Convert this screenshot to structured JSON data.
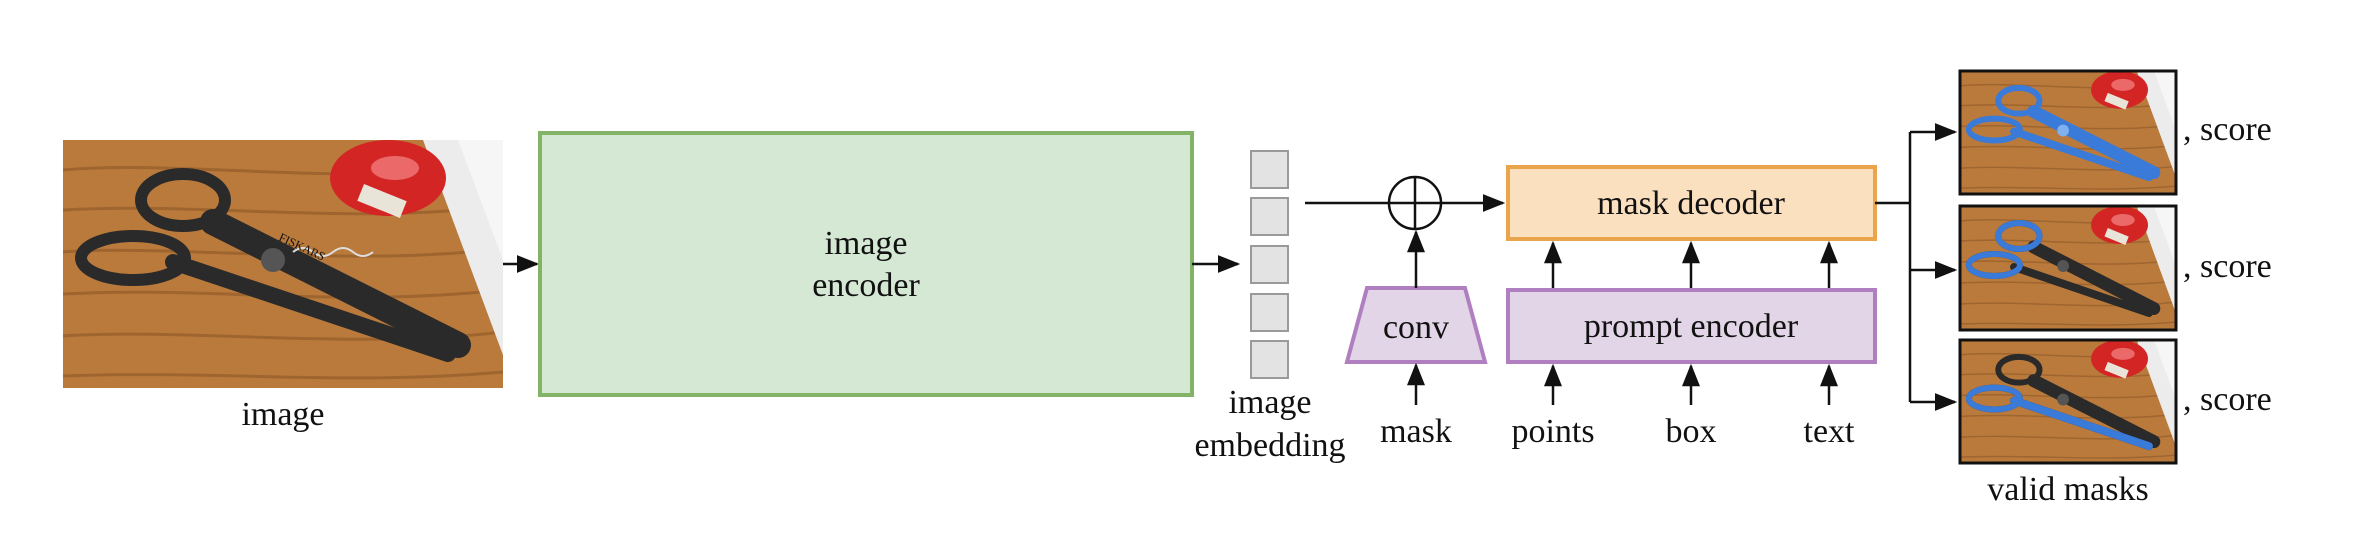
{
  "input": {
    "label": "image"
  },
  "encoder": {
    "label_line1": "image",
    "label_line2": "encoder"
  },
  "embedding": {
    "label_line1": "image",
    "label_line2": "embedding"
  },
  "conv": {
    "label": "conv"
  },
  "mask_input": {
    "label": "mask"
  },
  "decoder": {
    "label": "mask decoder"
  },
  "prompt_encoder": {
    "label": "prompt encoder",
    "inputs": [
      "points",
      "box",
      "text"
    ]
  },
  "outputs": {
    "score_labels": [
      ", score",
      ", score",
      ", score"
    ],
    "caption": "valid masks"
  },
  "colors": {
    "encoder_fill": "#d5e8d4",
    "encoder_stroke": "#82b366",
    "decoder_fill": "#fbe0c0",
    "decoder_stroke": "#eaa44c",
    "prompt_fill": "#e1d5e7",
    "prompt_stroke": "#b07fc0",
    "embedding_fill": "#e3e3e3",
    "mask_blue": "#3a7ad8",
    "scissors_dark": "#2a2a2a",
    "wood": "#b97a3c"
  },
  "icons": {
    "sum_node": "circled-plus-icon",
    "photo": "scissors-on-wood-photo"
  }
}
